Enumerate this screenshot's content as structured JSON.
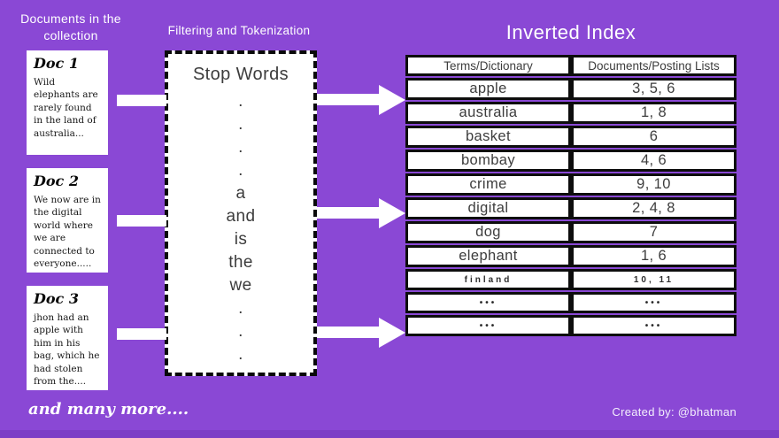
{
  "page": {
    "background_color": "#8a48d5",
    "footer_bar_color": "#7c3ec6",
    "credit": "Created by: @bhatman"
  },
  "left_panel": {
    "heading": "Documents in the collection",
    "documents": [
      {
        "title": "Doc 1",
        "body": "Wild elephants are rarely found in the land of australia..."
      },
      {
        "title": "Doc 2",
        "body": "We now are in the digital world where we are connected to everyone....."
      },
      {
        "title": "Doc 3",
        "body": "jhon had an apple with him in his bag, which he had stolen from the...."
      }
    ],
    "footer_note": "and many more...."
  },
  "middle_panel": {
    "heading": "Filtering and Tokenization",
    "stopwords_box": {
      "title": "Stop Words",
      "items": [
        ".",
        ".",
        ".",
        ".",
        "a",
        "and",
        "is",
        "the",
        "we",
        ".",
        ".",
        "."
      ]
    }
  },
  "right_panel": {
    "heading": "Inverted Index",
    "table": {
      "columns": [
        "Terms/Dictionary",
        "Documents/Posting Lists"
      ],
      "rows": [
        {
          "term": "apple",
          "postings": "3, 5, 6"
        },
        {
          "term": "australia",
          "postings": "1, 8"
        },
        {
          "term": "basket",
          "postings": "6"
        },
        {
          "term": "bombay",
          "postings": "4, 6"
        },
        {
          "term": "crime",
          "postings": "9, 10"
        },
        {
          "term": "digital",
          "postings": "2, 4, 8"
        },
        {
          "term": "dog",
          "postings": "7"
        },
        {
          "term": "elephant",
          "postings": "1, 6"
        },
        {
          "term": "finland",
          "postings": "10, 11"
        },
        {
          "term": "•••",
          "postings": "•••"
        },
        {
          "term": "•••",
          "postings": "•••"
        }
      ]
    }
  }
}
